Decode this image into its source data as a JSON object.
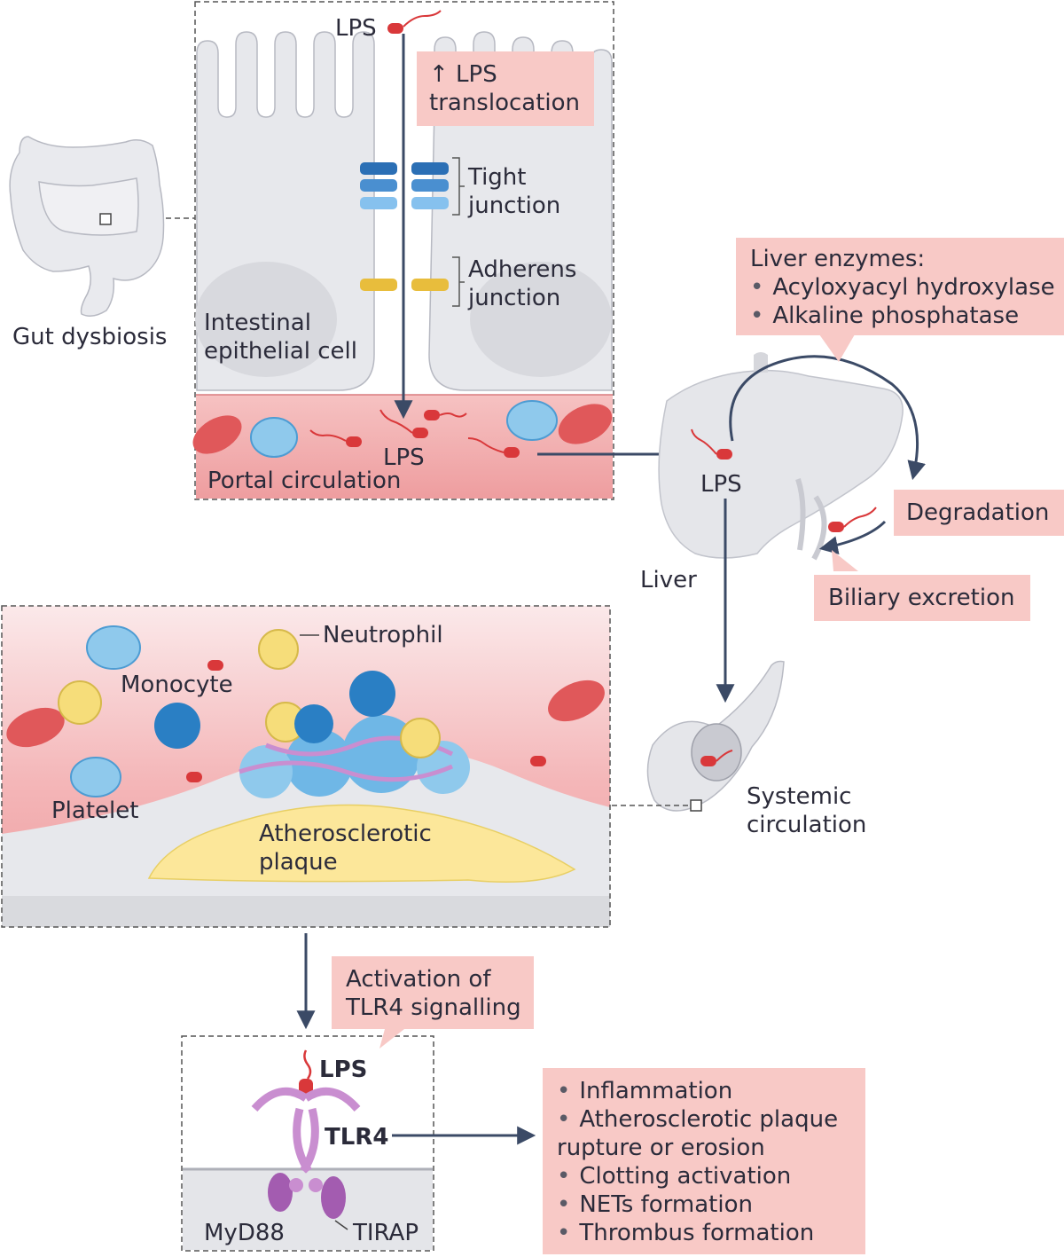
{
  "gut": {
    "lps_top": "LPS",
    "lps_translocation": "↑ LPS\ntranslocation",
    "tight_junction": "Tight\njunction",
    "adherens_junction": "Adherens\njunction",
    "epithelial_cell": "Intestinal\nepithelial cell",
    "gut_dysbiosis": "Gut dysbiosis",
    "lps_portal": "LPS",
    "portal_circulation": "Portal circulation"
  },
  "liver": {
    "enzymes_title": "Liver enzymes:",
    "enzymes": [
      "Acyloxyacyl hydroxylase",
      "Alkaline phosphatase"
    ],
    "lps": "LPS",
    "degradation": "Degradation",
    "biliary_excretion": "Biliary excretion",
    "liver_label": "Liver"
  },
  "vessel": {
    "neutrophil": "Neutrophil",
    "monocyte": "Monocyte",
    "platelet": "Platelet",
    "plaque": "Atherosclerotic\nplaque",
    "systemic": "Systemic\ncirculation"
  },
  "tlr": {
    "activation": "Activation of\nTLR4 signalling",
    "lps": "LPS",
    "tlr4": "TLR4",
    "myd88": "MyD88",
    "tirap": "TIRAP"
  },
  "outcomes": [
    "Inflammation",
    "Atherosclerotic plaque\nrupture or erosion",
    "Clotting activation",
    "NETs formation",
    "Thrombus formation"
  ],
  "colors": {
    "lps": "#d9383a",
    "blood": "#f2a9a9",
    "rbc": "#e0585a",
    "platelet": "#8fc9ec",
    "monocyte": "#2a7fc4",
    "neutrophil": "#f6dd7a",
    "plaque": "#fce79a",
    "tight_junction": "#2b6fb5",
    "adherens": "#e8bd3c",
    "tlr4": "#c98ed0",
    "arrow": "#3b4a66",
    "callout": "#f8c9c6"
  }
}
